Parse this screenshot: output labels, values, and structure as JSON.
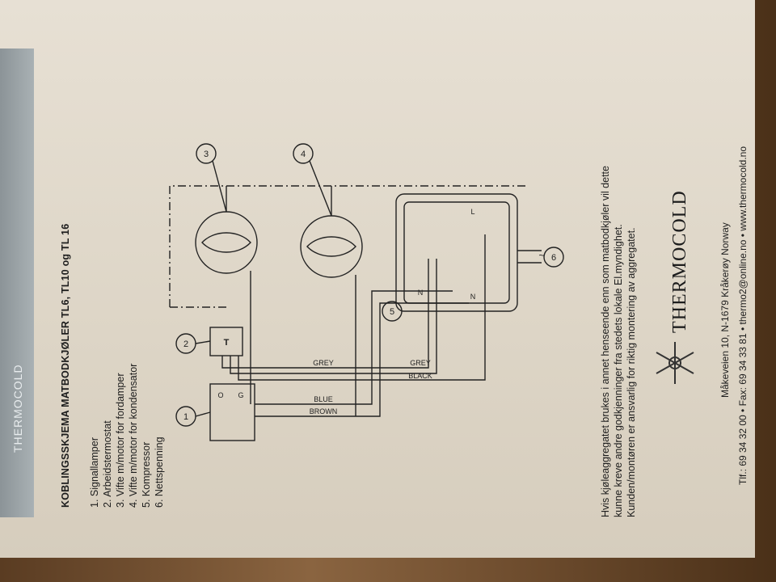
{
  "document": {
    "band_logo": "THERMOCOLD",
    "heading": "KOBLINGSSKJEMA MATBODKJØLER TL6, TL10 og TL 16",
    "legend": [
      "1.  Signallamper",
      "2.  Arbeidstermostat",
      "3.  Vifte m/motor for fordamper",
      "4.  Vifte m/motor for kondensator",
      "5.  Kompressor",
      "6.  Nettspenning"
    ],
    "paragraph": [
      "Hvis kjøleaggregatet brukes i annet henseende enn som matbodkjøler vil dette",
      "kunne kreve andre godkjenninger fra stedets lokale El.myndighet.",
      "Kunden/montøren er ansvarlig for riktig montering av aggregatet.",
      "Kunden/montøren er ansvarlig for riktig montering av aggregatet."
    ],
    "brand": "THERMOCOLD",
    "address": "Måkeveien 10, N-1679 Kråkerøy Norway",
    "contact": "Tlf.: 69 34 32 00 • Fax: 69 34 33 81 • thermo2@online.no • www.thermocold.no"
  },
  "diagram": {
    "callouts": [
      "1",
      "2",
      "3",
      "4",
      "5",
      "6"
    ],
    "lamp_labels": [
      "O",
      "G"
    ],
    "thermostat_label": "T",
    "compressor_labels": [
      "L",
      "N",
      "N"
    ],
    "wire_labels": [
      "GREY",
      "GREY",
      "BLACK",
      "BLUE",
      "BROWN"
    ],
    "mains_symbol": "~"
  }
}
